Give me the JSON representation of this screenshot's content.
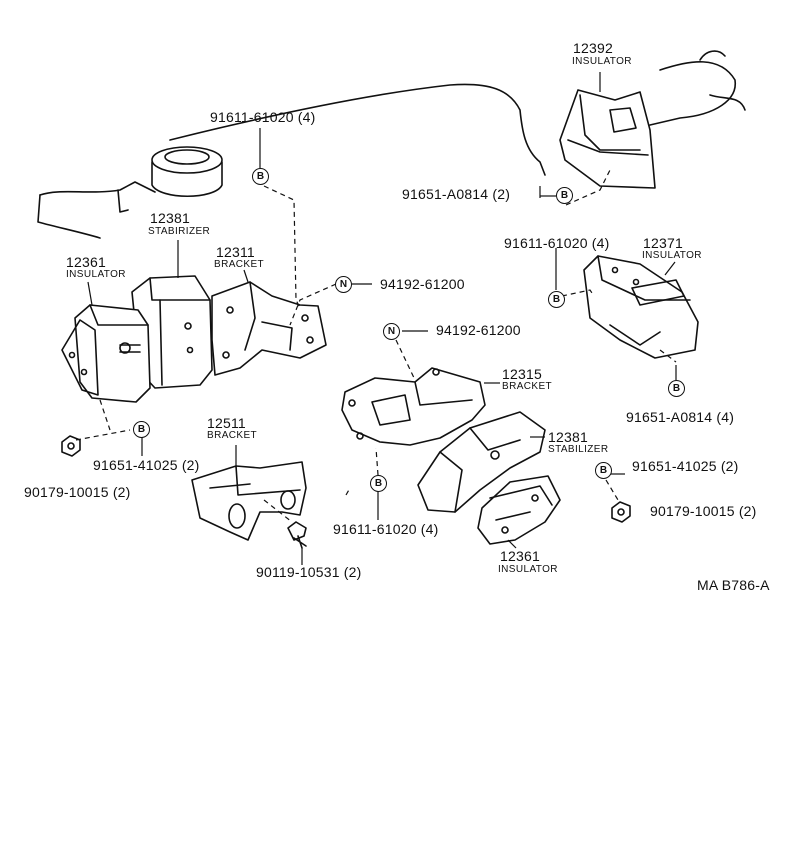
{
  "parts": {
    "p12392": {
      "number": "12392",
      "name": "INSULATOR"
    },
    "p12381a": {
      "number": "12381",
      "name": "STABIRIZER"
    },
    "p12311": {
      "number": "12311",
      "name": "BRACKET"
    },
    "p12361a": {
      "number": "12361",
      "name": "INSULATOR"
    },
    "p12371": {
      "number": "12371",
      "name": "INSULATOR"
    },
    "p12315": {
      "number": "12315",
      "name": "BRACKET"
    },
    "p12381b": {
      "number": "12381",
      "name": "STABILIZER"
    },
    "p12511": {
      "number": "12511",
      "name": "BRACKET"
    },
    "p12361b": {
      "number": "12361",
      "name": "INSULATOR"
    }
  },
  "fasteners": {
    "f1": "91611-61020 (4)",
    "f2": "91651-A0814 (2)",
    "f3": "91611-61020 (4)",
    "f4": "94192-61200",
    "f5": "94192-61200",
    "f6": "91651-A0814 (4)",
    "f7": "91651-41025 (2)",
    "f8": "90179-10015 (2)",
    "f9": "91611-61020 (4)",
    "f10": "91651-41025 (2)",
    "f11": "90179-10015 (2)",
    "f12": "90119-10531 (2)"
  },
  "symbols": {
    "bolt": "B",
    "nut": "N"
  },
  "diagram_code": "MA B786-A"
}
